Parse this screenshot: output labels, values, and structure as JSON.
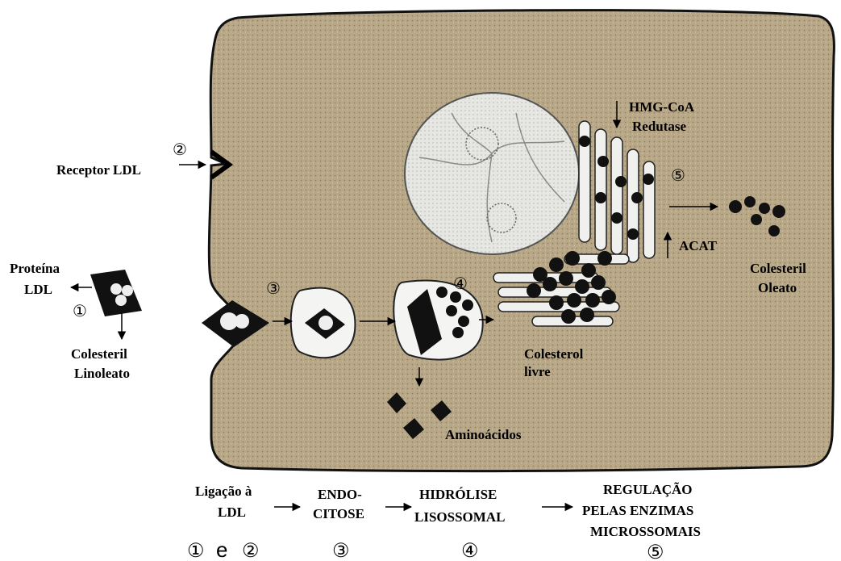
{
  "labels": {
    "receptor": "Receptor LDL",
    "proteina": "Proteína",
    "ldl": "LDL",
    "colesteril_lino_1": "Colesteril",
    "colesteril_lino_2": "Linoleato",
    "hmg_1": "HMG-CoA",
    "hmg_2": "Redutase",
    "acat": "ACAT",
    "colesteril_oleato_1": "Colesteril",
    "colesteril_oleato_2": "Oleato",
    "colesterol_livre_1": "Colesterol",
    "colesterol_livre_2": "livre",
    "aminoacidos": "Aminoácidos"
  },
  "markers": {
    "m1": "①",
    "m2": "②",
    "m3": "③",
    "m4": "④",
    "m5": "⑤"
  },
  "steps": {
    "s1_line1": "Ligação à",
    "s1_line2": "LDL",
    "s1_num_a": "①",
    "s1_and": "e",
    "s1_num_b": "②",
    "s2_line1": "ENDO-",
    "s2_line2": "CITOSE",
    "s2_num": "③",
    "s3_line1": "HIDRÓLISE",
    "s3_line2": "LISOSSOMAL",
    "s3_num": "④",
    "s4_line1": "REGULAÇÃO",
    "s4_line2": "PELAS ENZIMAS",
    "s4_line3": "MICROSSOMAIS",
    "s4_num": "⑤"
  },
  "colors": {
    "cytoplasm": "#b8a888",
    "nucleus": "#e4e4e0",
    "vesicle": "#f4f4f2",
    "ink": "#000000"
  }
}
